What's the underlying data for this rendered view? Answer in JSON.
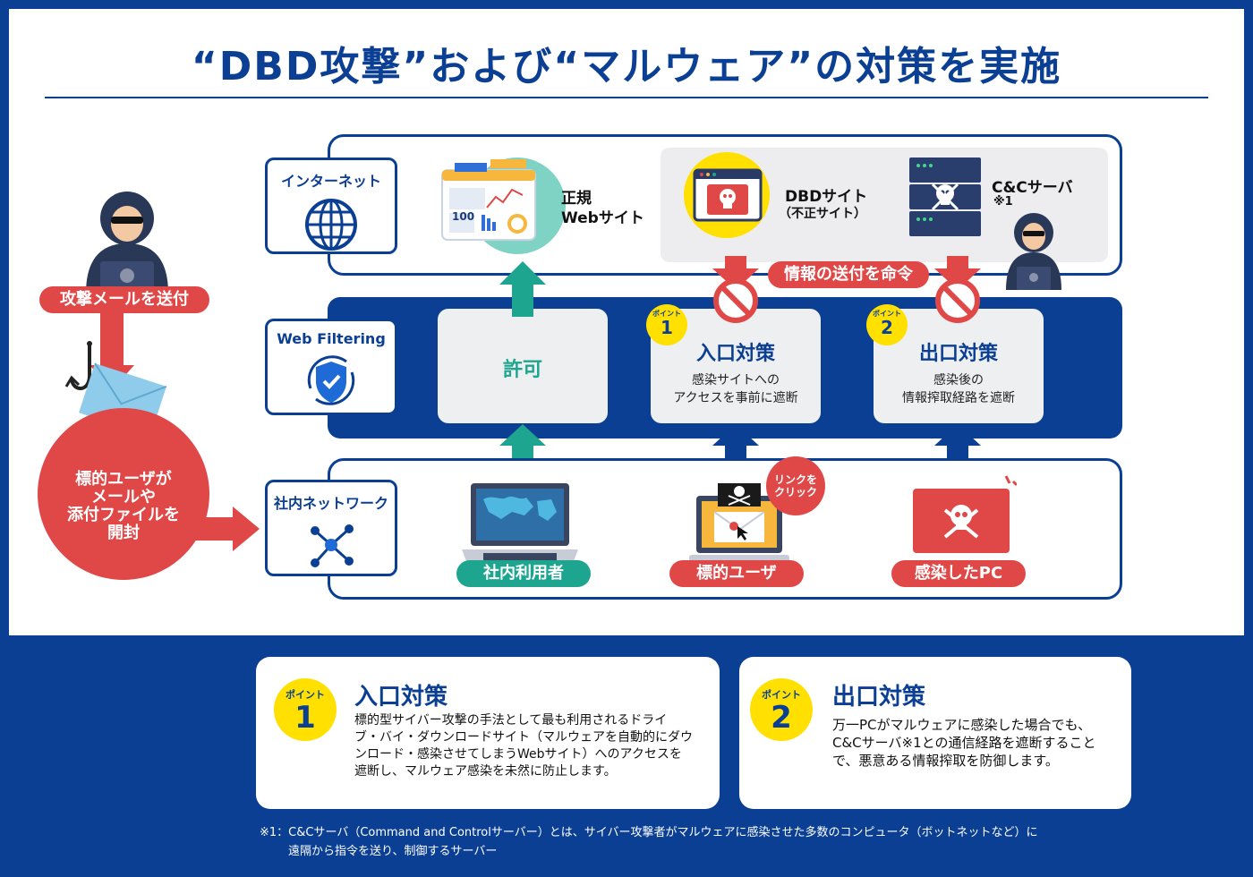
{
  "title": "“DBD攻撃”および“マルウェア”の対策を実施",
  "zones": {
    "internet": "インターネット",
    "web_filtering": "Web Filtering",
    "internal_network": "社内ネットワーク"
  },
  "attacker": {
    "send_mail_label": "攻撃メールを送付",
    "target_opens": [
      "標的ユーザが",
      "メールや",
      "添付ファイルを",
      "開封"
    ]
  },
  "internet_items": {
    "legit_site": [
      "正規",
      "Webサイト"
    ],
    "legit_site_stat": "100",
    "dbd_site": "DBDサイト",
    "dbd_site_sub": "（不正サイト）",
    "cc_server": "C&Cサーバ",
    "cc_server_note": "※1",
    "command_label": "情報の送付を命令"
  },
  "filter_boxes": {
    "allow": "許可",
    "point_prefix": "ポイント",
    "entry": {
      "number": "1",
      "title": "入口対策",
      "desc": [
        "感染サイトへの",
        "アクセスを事前に遮断"
      ]
    },
    "exit": {
      "number": "2",
      "title": "出口対策",
      "desc": [
        "感染後の",
        "情報搾取経路を遮断"
      ]
    }
  },
  "internal_items": {
    "user": "社内利用者",
    "target_user": "標的ユーザ",
    "infected_pc": "感染したPC",
    "click_bubble": [
      "リンクを",
      "クリック"
    ]
  },
  "cards": [
    {
      "point_prefix": "ポイント",
      "number": "1",
      "title": "入口対策",
      "body": [
        "標的型サイバー攻撃の手法として最も利用されるドライ",
        "ブ・バイ・ダウンロードサイト（マルウェアを自動的にダウ",
        "ンロード・感染させてしまうWebサイト）へのアクセスを",
        "遮断し、マルウェア感染を未然に防止します。"
      ]
    },
    {
      "point_prefix": "ポイント",
      "number": "2",
      "title": "出口対策",
      "body": [
        "万一PCがマルウェアに感染した場合でも、",
        "C&Cサーバ※1との通信経路を遮断すること",
        "で、悪意ある情報搾取を防御します。"
      ]
    }
  ],
  "footnote": [
    "※1：C&Cサーバ（Command and Controlサーバー）とは、サイバー攻撃者がマルウェアに感染させた多数のコンピュータ（ボットネットなど）に",
    "遠隔から指令を送り、制御するサーバー"
  ],
  "colors": {
    "navy": "#0b3f94",
    "red": "#e04848",
    "teal": "#1ea58f",
    "yellow": "#ffe000",
    "light_gray": "#eeeff1"
  }
}
